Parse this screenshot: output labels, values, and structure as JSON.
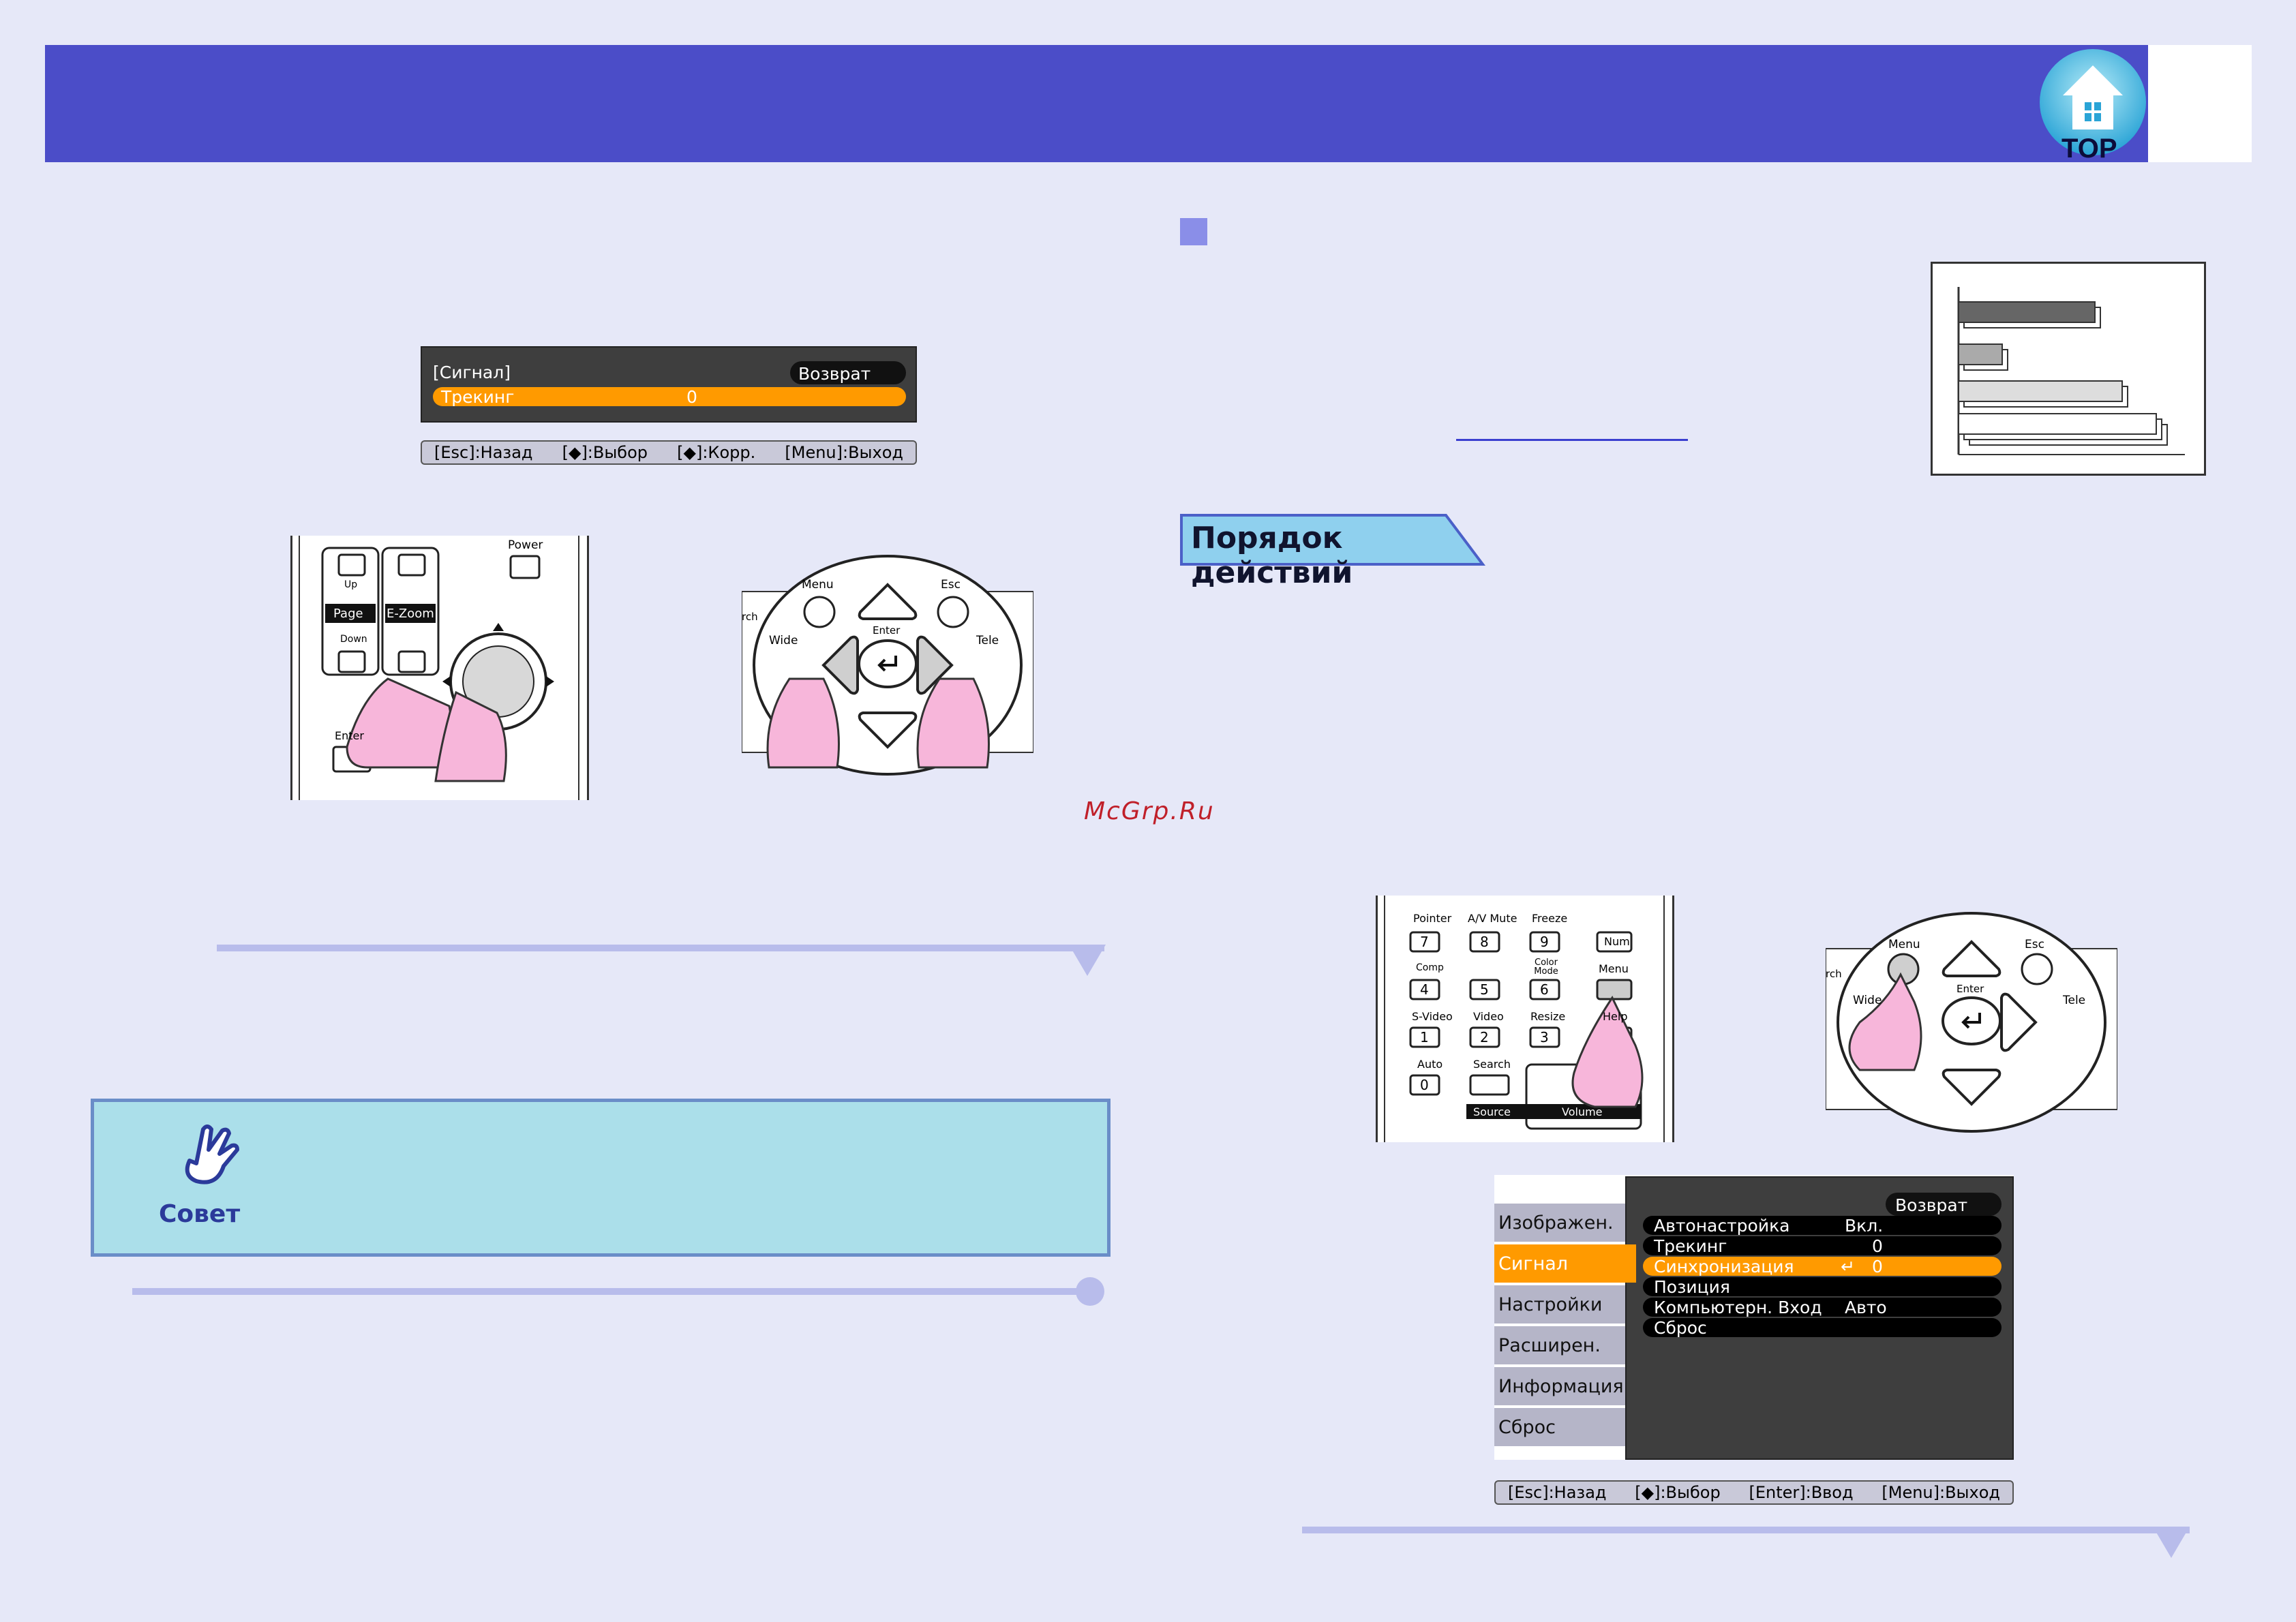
{
  "header": {
    "top_button_label": "TOP"
  },
  "tracking_menu": {
    "title": "[Сигнал]",
    "return_label": "Возврат",
    "item_label": "Трекинг",
    "item_value": "0"
  },
  "tracking_status": {
    "esc": "[Esc]:Назад",
    "select": "[◆]:Выбор",
    "adjust": "[◆]:Корр.",
    "exit": "[Menu]:Выход"
  },
  "remote_left": {
    "up": "Up",
    "page": "Page",
    "down": "Down",
    "ezoom": "E-Zoom",
    "power": "Power",
    "enter": "Enter"
  },
  "panel_left": {
    "menu": "Menu",
    "esc": "Esc",
    "enter": "Enter",
    "wide": "Wide",
    "tele": "Tele",
    "search": "rch"
  },
  "watermark": "McGrp.Ru",
  "tip": {
    "label": "Совет"
  },
  "right": {
    "procedure_tag": "Порядок действий"
  },
  "remote_right": {
    "pointer": "Pointer",
    "av_mute": "A/V Mute",
    "freeze": "Freeze",
    "num": "Num",
    "comp": "Comp",
    "color_mode": "Color Mode",
    "menu": "Menu",
    "svideo": "S-Video",
    "video": "Video",
    "resize": "Resize",
    "help": "Help",
    "auto": "Auto",
    "search": "Search",
    "source": "Source",
    "volume": "Volume",
    "keys": [
      "7",
      "8",
      "9",
      "4",
      "5",
      "6",
      "1",
      "2",
      "3",
      "0"
    ]
  },
  "panel_right": {
    "menu": "Menu",
    "esc": "Esc",
    "enter": "Enter",
    "wide": "Wide",
    "tele": "Tele",
    "search": "rch"
  },
  "signal_menu": {
    "tabs": [
      "Изображен.",
      "Сигнал",
      "Настройки",
      "Расширен.",
      "Информация",
      "Сброс"
    ],
    "active_tab": 1,
    "return_label": "Возврат",
    "rows": [
      {
        "label": "Автонастройка",
        "value": "Вкл."
      },
      {
        "label": "Трекинг",
        "value": "0"
      },
      {
        "label": "Синхронизация",
        "value": "0"
      },
      {
        "label": "Позиция",
        "value": ""
      },
      {
        "label": "Компьютерн. Вход",
        "value": "Авто"
      },
      {
        "label": "Сброс",
        "value": ""
      }
    ],
    "highlight_row": 2,
    "status": {
      "esc": "[Esc]:Назад",
      "select": "[◆]:Выбор",
      "enter": "[Enter]:Ввод",
      "exit": "[Menu]:Выход"
    }
  },
  "colors": {
    "header": "#4b4dc8",
    "background": "#e6e8f8",
    "highlight": "#ff9a00",
    "tip_box": "#abdfea",
    "finger": "#f7b6da"
  }
}
